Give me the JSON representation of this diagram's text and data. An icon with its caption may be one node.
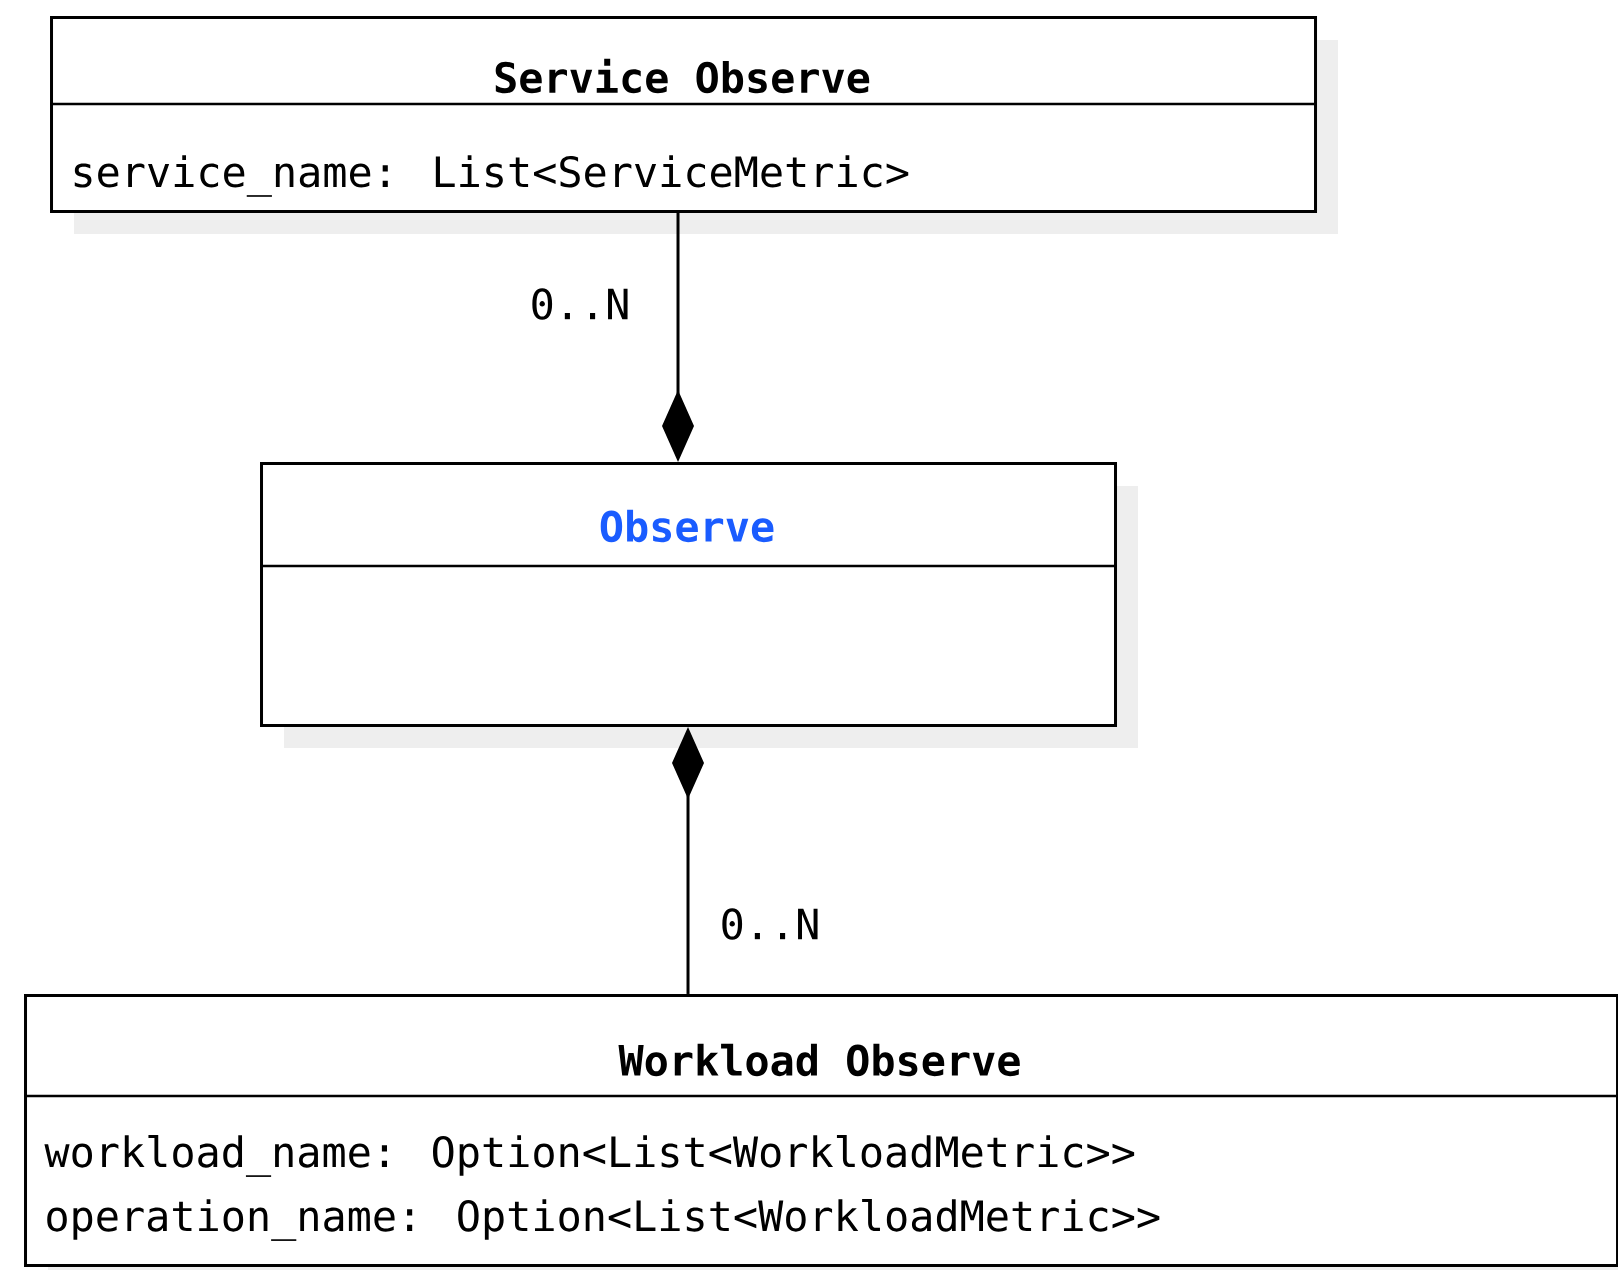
{
  "diagram": {
    "nodes": [
      {
        "text": [
          "Service Observe",
          "service_name: List<ServiceMetric>"
        ]
      },
      {
        "text": [
          "Observe"
        ]
      },
      {
        "text": [
          "Workload Observe",
          "workload_name: Option<List<WorkloadMetric>>",
          "operation_name: Option<List<WorkloadMetric>>"
        ]
      }
    ],
    "edges": [
      {
        "from": 0,
        "to": 1,
        "arrow": "other",
        "label": "0..N"
      },
      {
        "from": 2,
        "to": 1,
        "arrow": "other",
        "label": "0..N"
      }
    ]
  }
}
